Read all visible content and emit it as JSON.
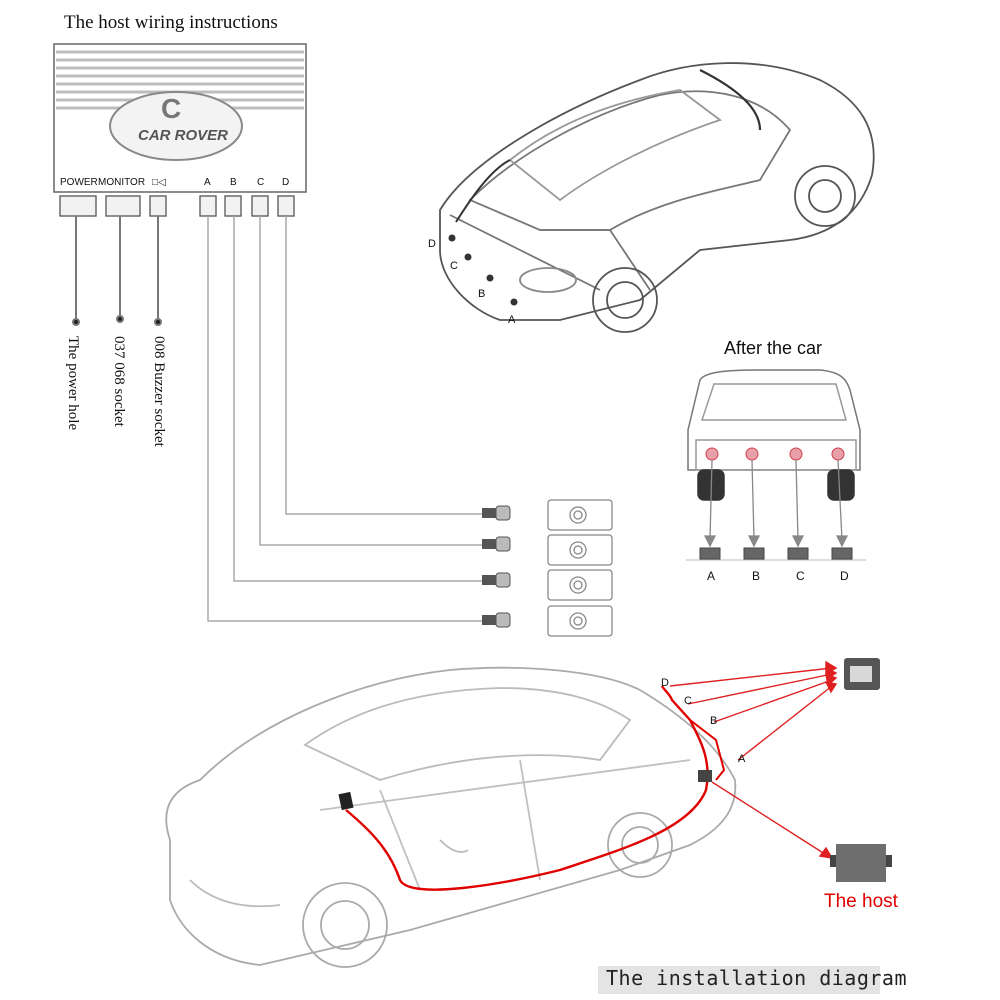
{
  "heading": "The host wiring instructions",
  "host_box": {
    "brand": "CAR ROVER",
    "logo_letter": "C",
    "ports": [
      "POWER",
      "MONITOR",
      "□◁",
      "A",
      "B",
      "C",
      "D"
    ]
  },
  "socket_labels": [
    "The power hole",
    "037 068 socket",
    "008 Buzzer socket"
  ],
  "rear_view": {
    "title": "After the car",
    "sensor_labels": [
      "A",
      "B",
      "C",
      "D"
    ]
  },
  "top_car_labels": [
    "D",
    "C",
    "B",
    "A"
  ],
  "install_labels": [
    "D",
    "C",
    "B",
    "A"
  ],
  "host_label": "The host",
  "caption": "The installation diagram",
  "colors": {
    "wire_red": "#e00000",
    "line_gray": "#9a9a9a",
    "host_gray": "#6e6e6e"
  }
}
